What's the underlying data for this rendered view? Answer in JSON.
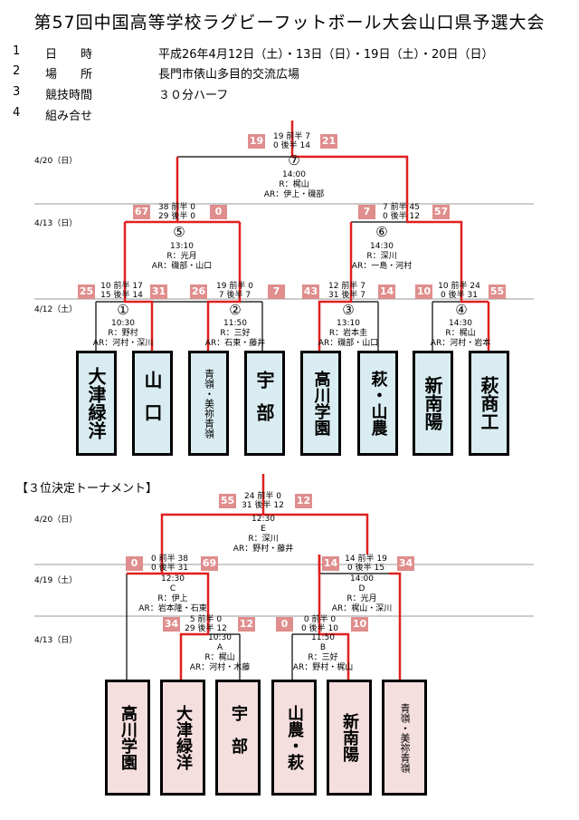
{
  "title": "第57回中国高等学校ラグビーフットボール大会山口県予選大会",
  "info": [
    {
      "no": "1",
      "label": "日　　時",
      "value": "平成26年4月12日（土）・13日（日）・19日（土）・20日（日）"
    },
    {
      "no": "2",
      "label": "場　　所",
      "value": "長門市俵山多目的交流広場"
    },
    {
      "no": "3",
      "label": "競技時間",
      "value": "３０分ハーフ"
    },
    {
      "no": "4",
      "label": "組み合せ",
      "value": ""
    }
  ],
  "main": {
    "dates": [
      "4/20（日）",
      "4/13（日）",
      "4/12（土）"
    ],
    "teams": [
      "大津緑洋",
      "山口",
      "青嶺・美祢青嶺",
      "宇部",
      "高川学園",
      "萩・山農",
      "新南陽",
      "萩商工"
    ],
    "games": [
      {
        "no": "①",
        "time": "10:30",
        "ref": "R：野村",
        "ar": "AR：河村・深川",
        "left": "25",
        "right": "31",
        "h1": "10 前半 17",
        "h2": "15 後半 14"
      },
      {
        "no": "②",
        "time": "11:50",
        "ref": "R：三好",
        "ar": "AR：石東・藤井",
        "left": "26",
        "right": "7",
        "h1": "19 前半 0",
        "h2": "7 後半 7"
      },
      {
        "no": "③",
        "time": "13:10",
        "ref": "R：岩本圭",
        "ar": "AR：磯部・山口",
        "left": "43",
        "right": "14",
        "h1": "12 前半 7",
        "h2": "31 後半 7"
      },
      {
        "no": "④",
        "time": "14:30",
        "ref": "R：梶山",
        "ar": "AR：河村・岩本",
        "left": "10",
        "right": "55",
        "h1": "10 前半 24",
        "h2": "0 後半 31"
      },
      {
        "no": "⑤",
        "time": "13:10",
        "ref": "R：光月",
        "ar": "AR：磯部・山口",
        "left": "67",
        "right": "0",
        "h1": "38 前半 0",
        "h2": "29 後半 0"
      },
      {
        "no": "⑥",
        "time": "14:30",
        "ref": "R：深川",
        "ar": "AR：一島・河村",
        "left": "7",
        "right": "57",
        "h1": "7 前半 45",
        "h2": "0 後半 12"
      },
      {
        "no": "⑦",
        "time": "14:00",
        "ref": "R：梶山",
        "ar": "AR：伊上・磯部",
        "left": "19",
        "right": "21",
        "h1": "19 前半 7",
        "h2": "0 後半 14"
      }
    ]
  },
  "consolation": {
    "title": "【３位決定トーナメント】",
    "dates": [
      "4/20（日）",
      "4/19（土）",
      "4/13（日）"
    ],
    "teams": [
      "高川学園",
      "大津緑洋",
      "宇部",
      "山農・萩",
      "新南陽",
      "青嶺・美祢青嶺"
    ],
    "games": [
      {
        "no": "A",
        "time": "10:30",
        "ref": "R：梶山",
        "ar": "AR：河村・木藤",
        "left": "34",
        "right": "12",
        "h1": "5 前半 0",
        "h2": "29 後半 12"
      },
      {
        "no": "B",
        "time": "11:50",
        "ref": "R：三好",
        "ar": "AR：野村・梶山",
        "left": "0",
        "right": "10",
        "h1": "0 前半 0",
        "h2": "0 後半 10"
      },
      {
        "no": "C",
        "time": "12:30",
        "ref": "R：伊上",
        "ar": "AR：岩本隆・石東",
        "left": "0",
        "right": "69",
        "h1": "0 前半 38",
        "h2": "0 後半 31"
      },
      {
        "no": "D",
        "time": "14:00",
        "ref": "R：光月",
        "ar": "AR：梶山・深川",
        "left": "14",
        "right": "34",
        "h1": "14 前半 19",
        "h2": "0 後半 15"
      },
      {
        "no": "E",
        "time": "12:30",
        "ref": "R：深川",
        "ar": "AR：野村・藤井",
        "left": "55",
        "right": "12",
        "h1": "24 前半 0",
        "h2": "31 後半 12"
      }
    ]
  }
}
